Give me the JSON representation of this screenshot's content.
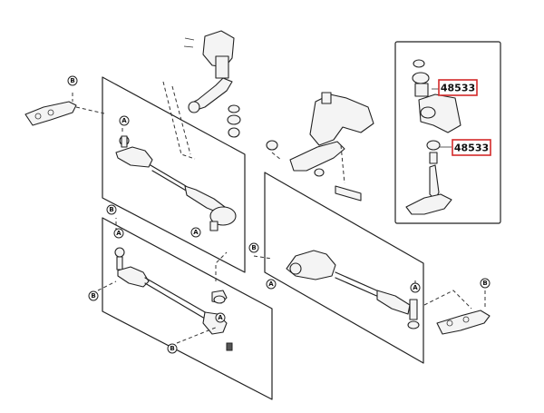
{
  "callouts": {
    "a": "A",
    "b": "B"
  },
  "part_numbers": {
    "upper_label": "48533",
    "lower_label": "48533"
  },
  "colors": {
    "line": "#222222",
    "highlight_box": "#d32a2a",
    "background": "#ffffff"
  }
}
